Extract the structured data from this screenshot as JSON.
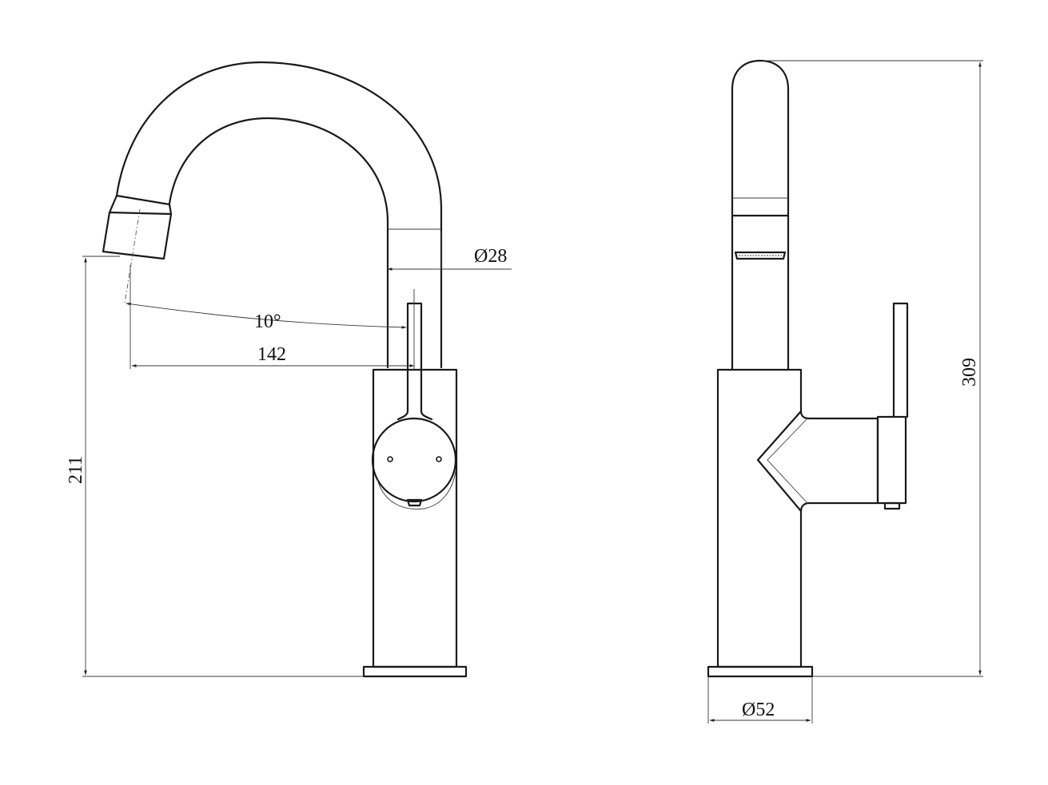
{
  "dimensions": {
    "spout_diameter": "Ø28",
    "spout_angle": "10°",
    "spout_reach": "142",
    "spout_height": "211",
    "total_height": "309",
    "base_diameter": "Ø52"
  },
  "colors": {
    "line": "#1a1a1a",
    "background": "#ffffff"
  }
}
